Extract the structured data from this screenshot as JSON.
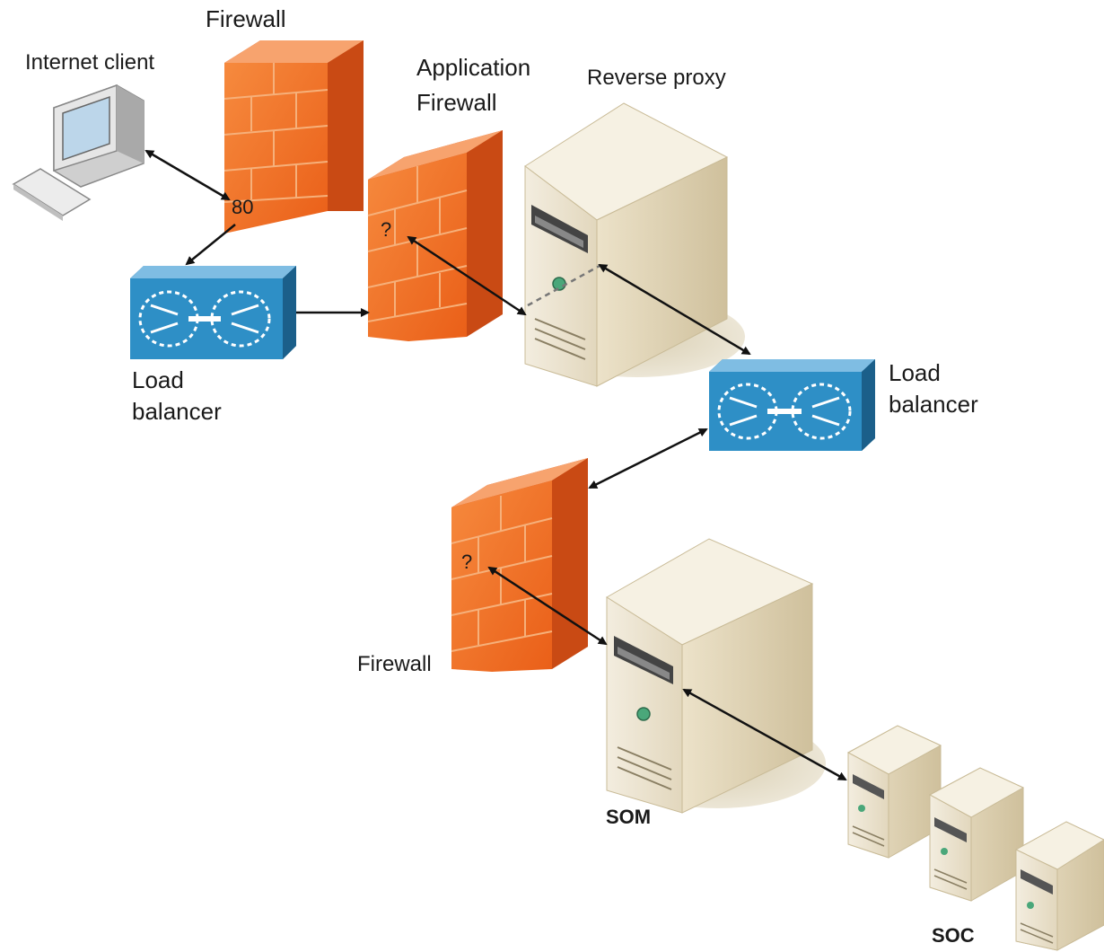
{
  "labels": {
    "firewall_top": "Firewall",
    "internet_client": "Internet client",
    "application_firewall_line1": "Application",
    "application_firewall_line2": "Firewall",
    "reverse_proxy": "Reverse proxy",
    "load_balancer_left_line1": "Load",
    "load_balancer_left_line2": "balancer",
    "load_balancer_right_line1": "Load",
    "load_balancer_right_line2": "balancer",
    "firewall_bottom": "Firewall",
    "som": "SOM",
    "soc": "SOC"
  },
  "ports": {
    "firewall_top_port": "80",
    "app_firewall_port": "?",
    "firewall_bottom_port": "?"
  },
  "colors": {
    "firewall_face": "#f26b1d",
    "firewall_side": "#d9541a",
    "firewall_top": "#f7a36e",
    "load_balancer": "#2e8fc6",
    "server_body": "#efe7d3",
    "server_side": "#d4c8a8",
    "arrow": "#111111"
  }
}
